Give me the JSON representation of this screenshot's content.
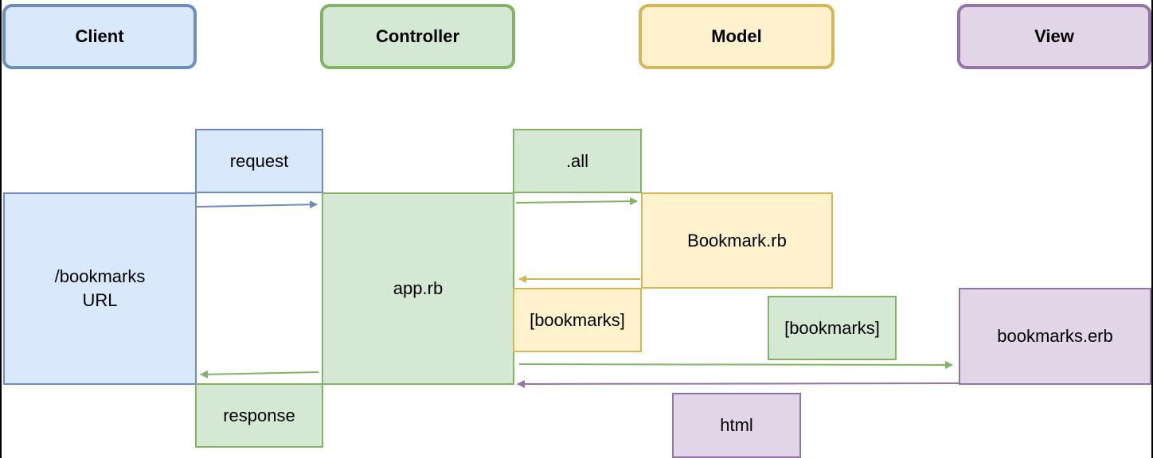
{
  "lanes": {
    "client": "Client",
    "controller": "Controller",
    "model": "Model",
    "view": "View"
  },
  "nodes": {
    "client_url": "/bookmarks\nURL",
    "controller_app": "app.rb",
    "model_file": "Bookmark.rb",
    "view_file": "bookmarks.erb"
  },
  "messages": {
    "request": "request",
    "response": "response",
    "all": ".all",
    "bookmarks_from_model": "[bookmarks]",
    "bookmarks_to_view": "[bookmarks]",
    "html": "html"
  },
  "colors": {
    "blue_fill": "#dae8fc",
    "blue_stroke": "#6c8ebf",
    "green_fill": "#d5e8d4",
    "green_stroke": "#82b366",
    "yellow_fill": "#fff2cc",
    "yellow_stroke": "#d6b656",
    "purple_fill": "#e1d5e7",
    "purple_stroke": "#9673a6"
  }
}
